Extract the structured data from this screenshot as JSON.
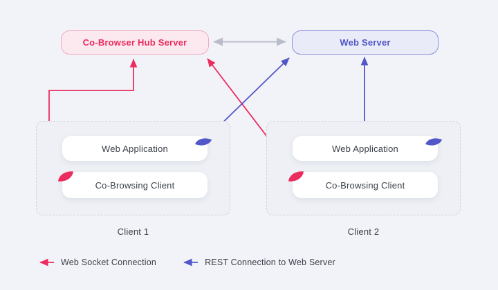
{
  "hub_server": {
    "label": "Co-Browser Hub Server"
  },
  "web_server": {
    "label": "Web Server"
  },
  "client1": {
    "label": "Client 1",
    "app": "Web Application",
    "cobrowse": "Co-Browsing Client"
  },
  "client2": {
    "label": "Client 2",
    "app": "Web Application",
    "cobrowse": "Co-Browsing Client"
  },
  "legend": {
    "websocket": "Web Socket Connection",
    "rest": "REST Connection to Web Server"
  },
  "icons": {
    "websocket_leaf": "pink-leaf-icon",
    "rest_leaf": "blue-leaf-icon"
  },
  "colors": {
    "pink": "#EC2C5F",
    "blue": "#5157C6",
    "gray_arrow": "#B9BDC9",
    "pink_fill": "#FBE9EF",
    "pink_border": "#F4A9BE",
    "blue_fill": "#E9EBF8",
    "blue_border": "#8A90D9",
    "background": "#F2F3F8",
    "panel_fill": "#EEF0F5",
    "dashed_border": "#CFD3DE",
    "text_dark": "#3A3F49"
  }
}
